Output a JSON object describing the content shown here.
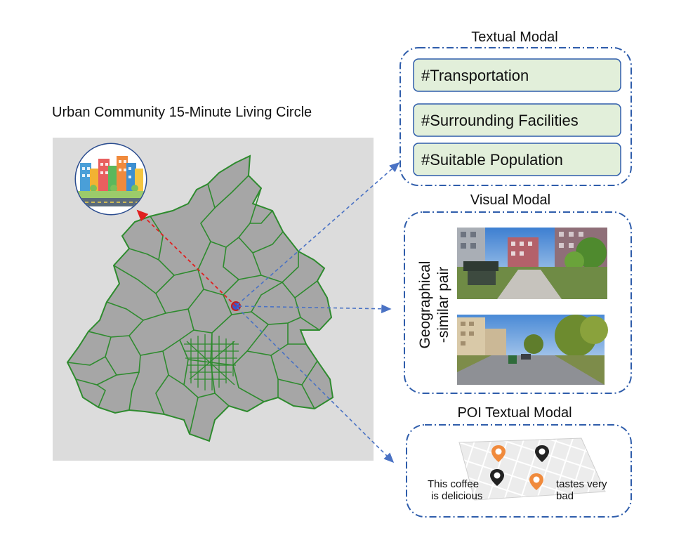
{
  "map": {
    "title": "Urban Community 15-Minute Living Circle"
  },
  "textual": {
    "title": "Textual Modal",
    "tags": [
      "#Transportation",
      "#Surrounding Facilities",
      "#Suitable Population"
    ]
  },
  "visual": {
    "title": "Visual Modal",
    "side_label_line1": "Geographical",
    "side_label_line2": "-similar pair"
  },
  "poi": {
    "title": "POI Textual Modal",
    "review_positive_line1": "This coffee",
    "review_positive_line2": "is delicious",
    "review_negative_line1": "tastes very",
    "review_negative_line2": "bad"
  },
  "colors": {
    "map_background": "#dcdcdc",
    "district_fill": "#a6a6a6",
    "district_border": "#2e8b2e",
    "tag_fill": "#e2efda",
    "dashed_box": "#2f5dab",
    "arrow_blue": "#4a72c4",
    "arrow_red": "#e02020"
  }
}
